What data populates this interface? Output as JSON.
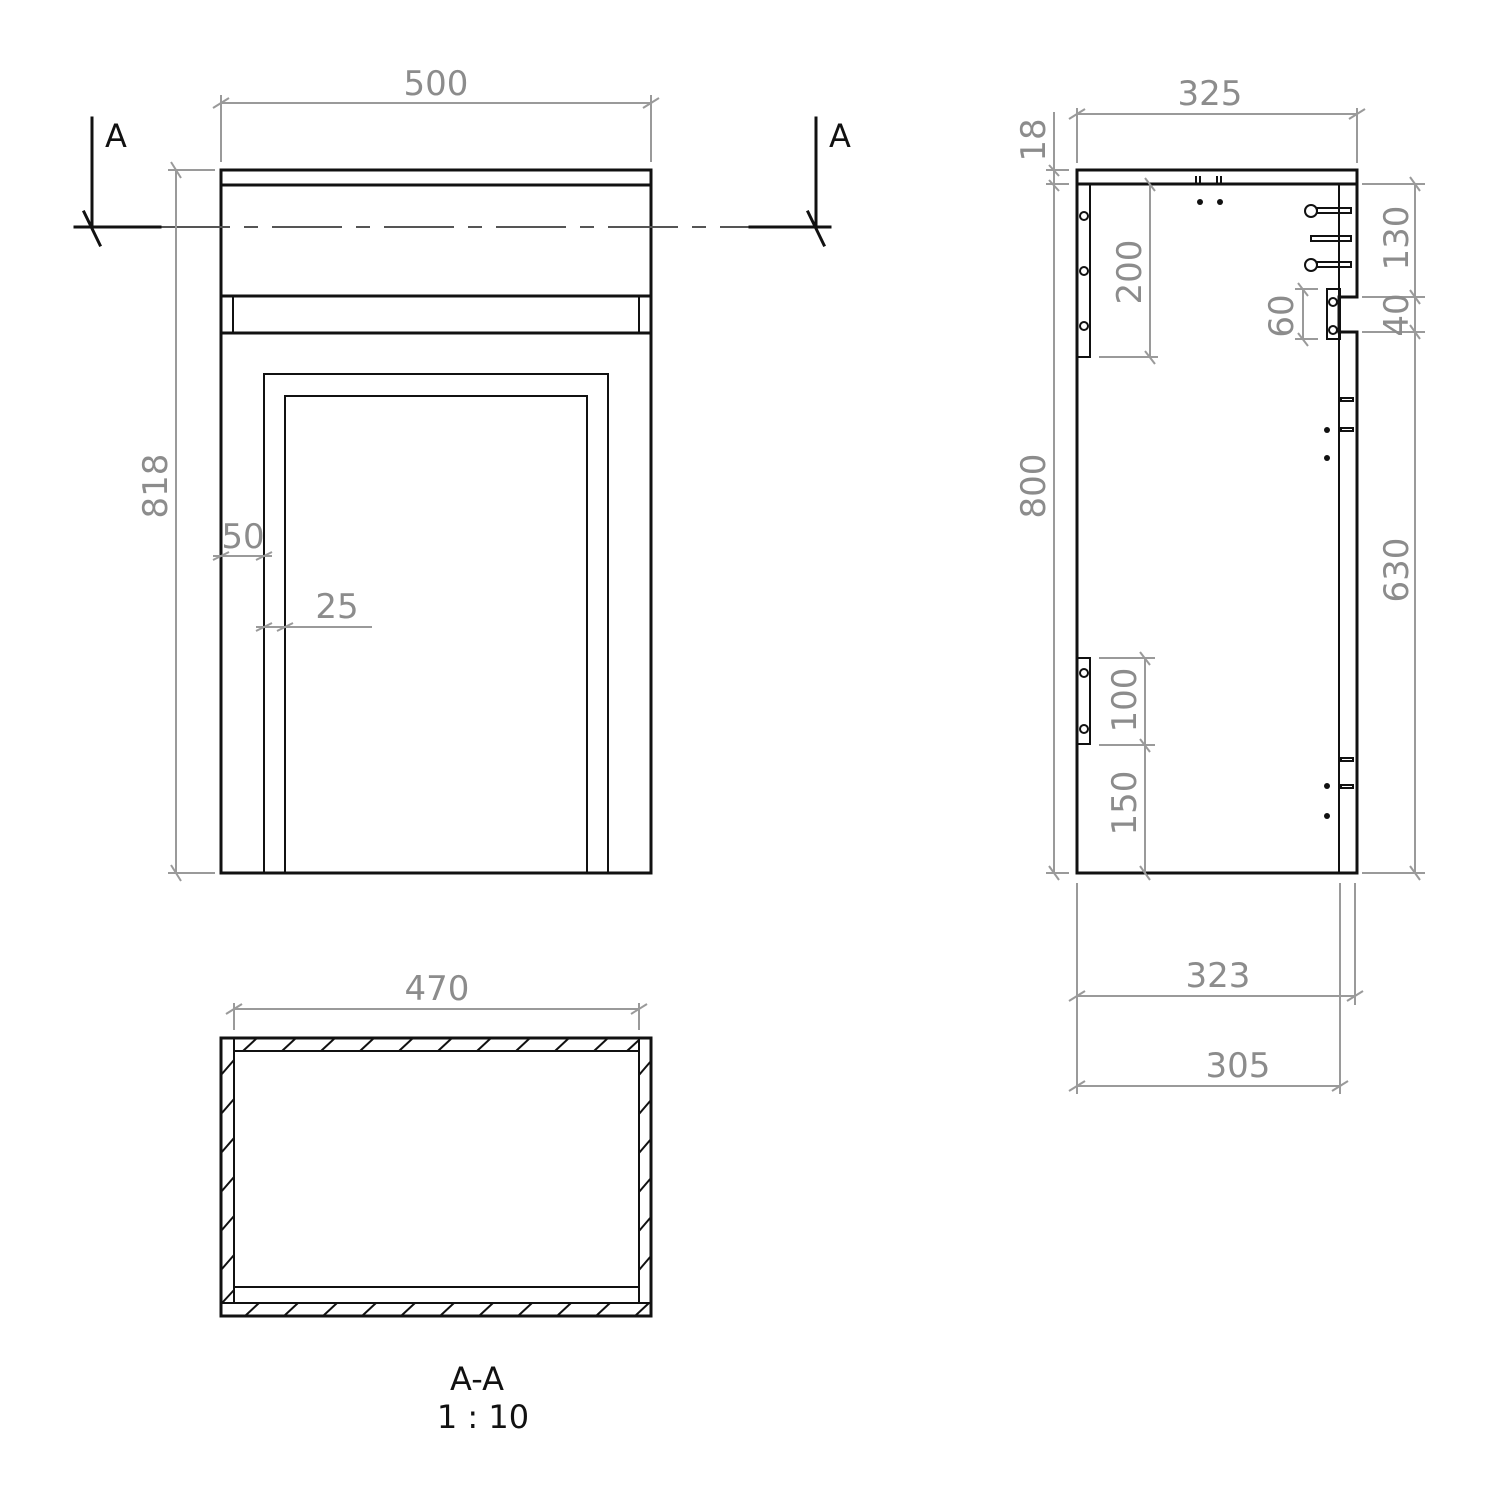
{
  "drawing": {
    "type": "technical-drawing",
    "subject": "vanity cabinet unit",
    "front_view": {
      "dimensions": {
        "overall_width": "500",
        "overall_height": "818",
        "frame_width": "50",
        "inner_frame_width": "25"
      },
      "section_marker_left": "A",
      "section_marker_right": "A"
    },
    "side_view": {
      "dimensions": {
        "overall_depth": "325",
        "top_thickness": "18",
        "body_height": "800",
        "bracket_upper": "200",
        "cutout_upper": "130",
        "cutout_height": "40",
        "bracket_small": "60",
        "lower_height": "630",
        "bracket_lower": "100",
        "bracket_lower_offset": "150",
        "depth_323": "323",
        "depth_305": "305"
      }
    },
    "section_view": {
      "dimensions": {
        "inner_width": "470"
      },
      "title": "A-A",
      "scale": "1 : 10"
    }
  },
  "colors": {
    "object_line": "#111111",
    "dimension_line": "#9a9a9a",
    "dimension_text": "#8c8c8c"
  }
}
